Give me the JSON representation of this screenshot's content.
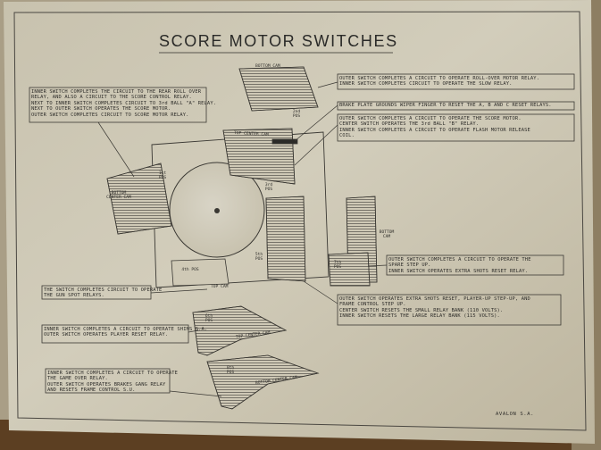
{
  "title": "SCORE MOTOR SWITCHES",
  "maker": "AVALON  S.A.",
  "notes": {
    "rollover": [
      "OUTER SWITCH COMPLETES A CIRCUIT TO OPERATE ROLL-OVER MOTOR RELAY.",
      "INNER SWITCH COMPLETES CIRCUIT TO OPERATE THE SLOW RELAY."
    ],
    "inner_left": [
      "INNER SWITCH COMPLETES THE CIRCUIT TO THE REAR ROLL OVER",
      "RELAY, AND ALSO A CIRCUIT TO THE SCORE CONTROL RELAY.",
      "NEXT TO INNER SWITCH COMPLETES CIRCUIT TO 3rd BALL \"A\" RELAY.",
      "NEXT TO OUTER SWITCH OPERATES THE SCORE MOTOR.",
      "OUTER SWITCH COMPLETES CIRCUIT TO SCORE MOTOR RELAY."
    ],
    "brake": [
      "BRAKE PLATE GROUNDS WIPER FINGER TO RESET THE A, B AND C RESET RELAYS."
    ],
    "score_motor": [
      "OUTER SWITCH COMPLETES A CIRCUIT TO OPERATE THE SCORE MOTOR.",
      "CENTER SWITCH OPERATES THE 3rd BALL \"B\" RELAY.",
      "INNER SWITCH COMPLETES A CIRCUIT TO OPERATE FLASH MOTOR RELEASE",
      "COIL."
    ],
    "spare": [
      "OUTER SWITCH COMPLETES A CIRCUIT TO OPERATE THE",
      "SPARE STEP UP.",
      "INNER SWITCH OPERATES EXTRA SHOTS RESET RELAY."
    ],
    "extra_shots": [
      "OUTER SWITCH OPERATES EXTRA SHOTS RESET, PLAYER-UP STEP-UP, AND",
      "FRAME CONTROL STEP UP.",
      "CENTER SWITCH RESETS THE SMALL RELAY BANK (110 VOLTS).",
      "INNER SWITCH RESETS THE LARGE RELAY BANK (115 VOLTS)."
    ],
    "the_switch": [
      "THE SWITCH COMPLETES CIRCUIT TO OPERATE",
      "THE GUN SPOT RELAYS."
    ],
    "player_reset": [
      "INNER SWITCH COMPLETES A CIRCUIT TO OPERATE SHIMS S.A.",
      "OUTER SWITCH OPERATES PLAYER RESET RELAY."
    ],
    "frame": [
      "INNER SWITCH COMPLETES A CIRCUIT TO OPERATE",
      "THE GAME OVER RELAY.",
      "OUTER SWITCH OPERATES BRAKES GANG RELAY",
      "AND RESETS FRAME CONTROL S.U."
    ]
  },
  "labels": {
    "bottom_cam_top": "BOTTOM CAM",
    "top_center_cam": "TOP CENTER CAM",
    "bottom_center_cam": "BOTTOM CENTER CAM",
    "top_cam": "TOP CAM",
    "bottom_cam_right": "BOTTOM CAM",
    "top_center_cam_lower": "TOP CENTER CAM",
    "bottom_center_cam_lower": "BOTTOM CENTER CAM",
    "pos_1st": "1st POS",
    "pos_2nd": "2nd POS",
    "pos_3rd": "3rd POS",
    "pos_4th": "4th POS",
    "pos_5th": "5th POS",
    "pos_6th": "6th POS",
    "pos_7th": "7th POS",
    "pos_8th": "8th POS"
  }
}
